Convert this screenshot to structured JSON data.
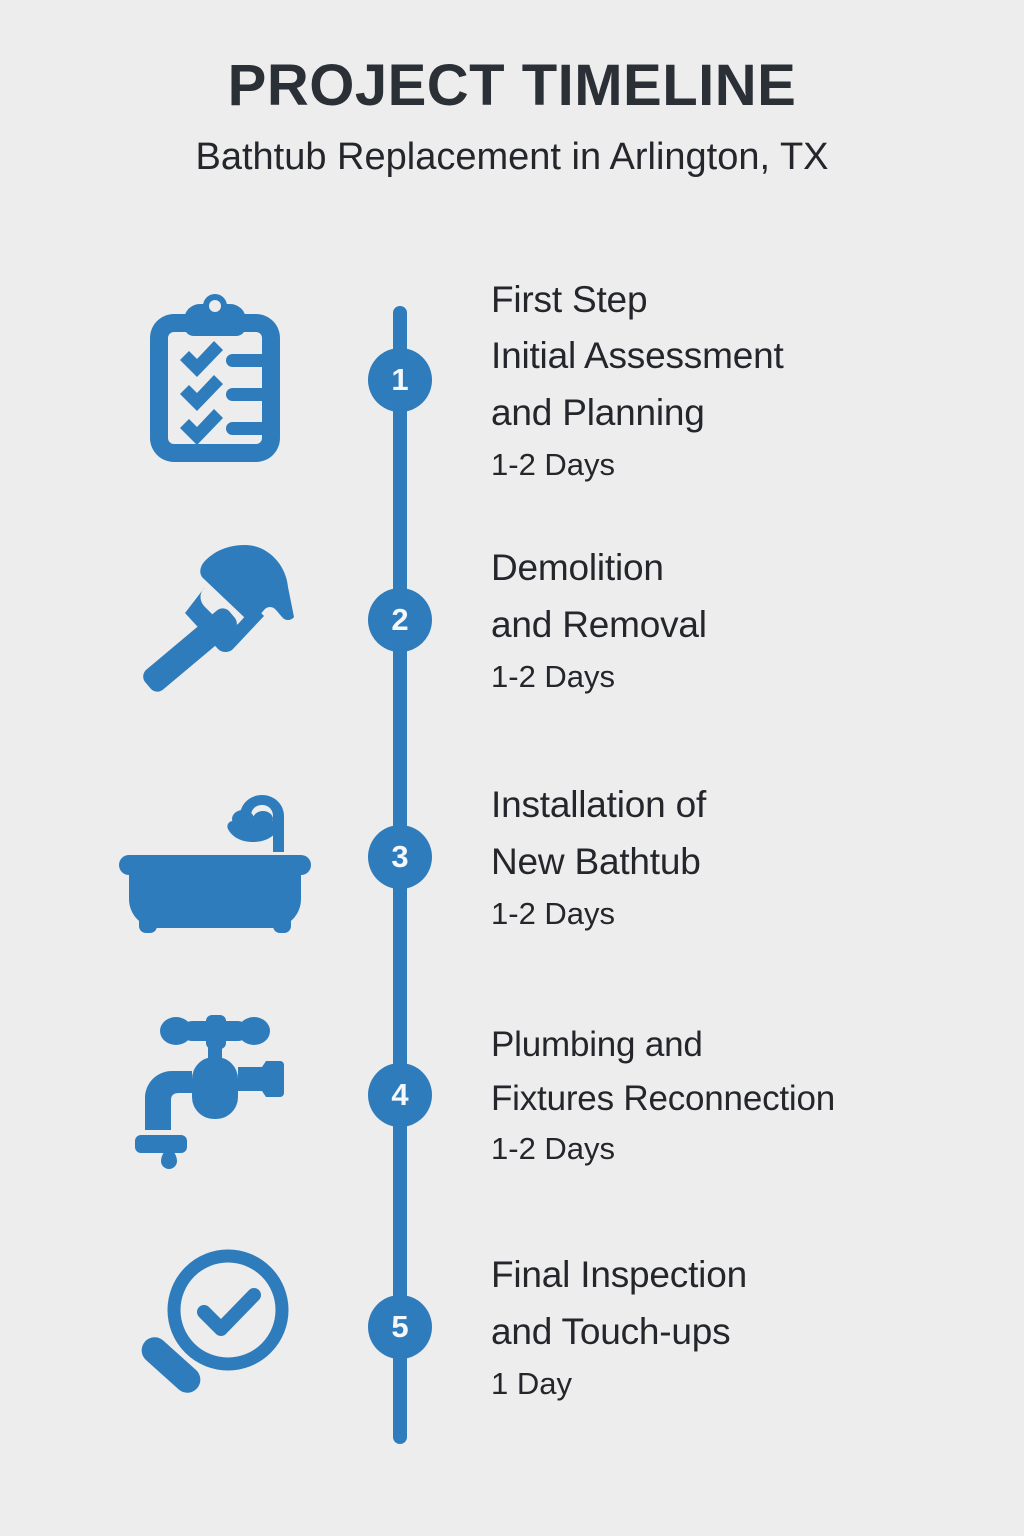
{
  "header": {
    "title": "PROJECT TIMELINE",
    "subtitle": "Bathtub Replacement in Arlington, TX"
  },
  "theme": {
    "background": "#ededed",
    "accent": "#2e7cbc",
    "text": "#24262b",
    "marker_text": "#f4f8fb"
  },
  "timeline": {
    "steps": [
      {
        "number": "1",
        "icon": "clipboard-checklist-icon",
        "title": "First Step\nInitial Assessment\nand Planning",
        "duration": "1-2 Days"
      },
      {
        "number": "2",
        "icon": "hammer-icon",
        "title": "Demolition\nand Removal",
        "duration": "1-2 Days"
      },
      {
        "number": "3",
        "icon": "bathtub-icon",
        "title": "Installation of\nNew Bathtub",
        "duration": "1-2 Days"
      },
      {
        "number": "4",
        "icon": "faucet-icon",
        "title": "Plumbing and\nFixtures Reconnection",
        "duration": "1-2 Days"
      },
      {
        "number": "5",
        "icon": "magnifier-check-icon",
        "title": "Final Inspection\nand Touch-ups",
        "duration": "1 Day"
      }
    ]
  }
}
